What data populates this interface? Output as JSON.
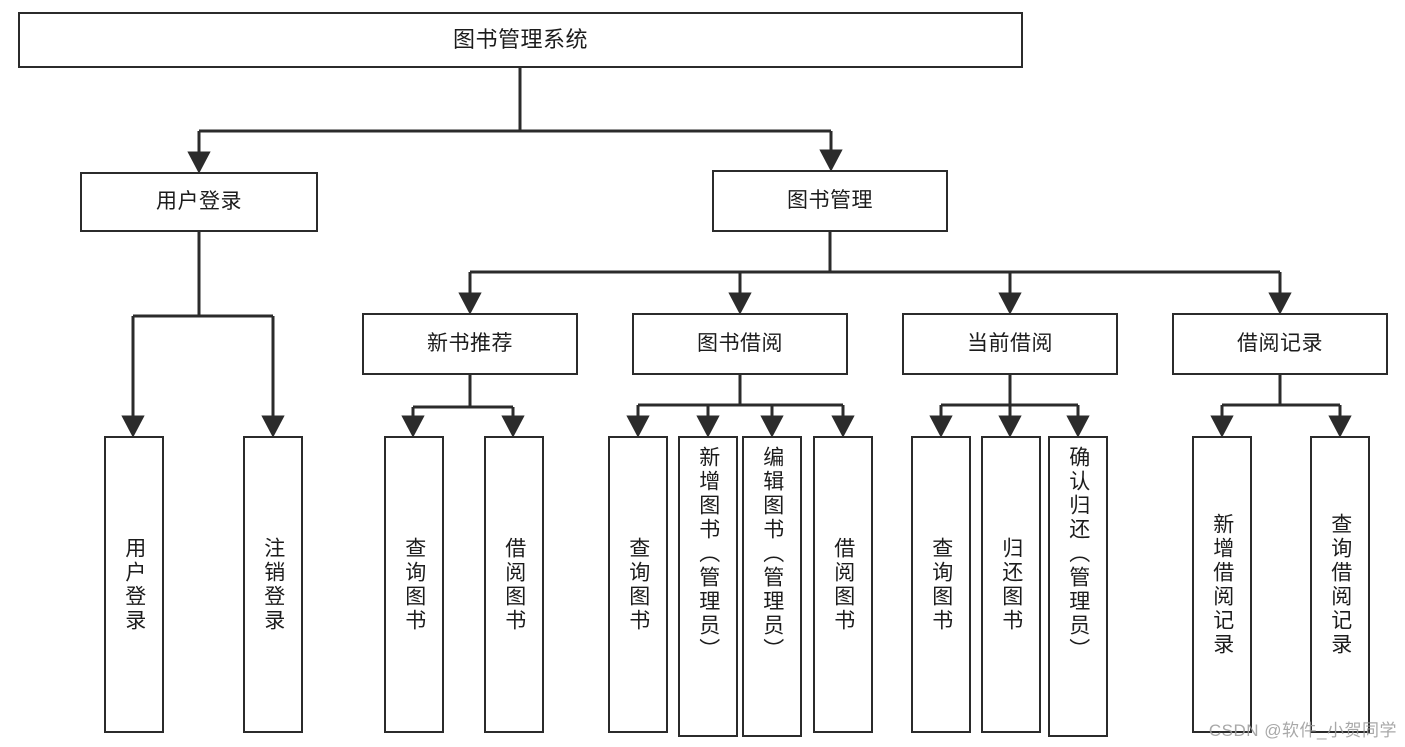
{
  "diagram": {
    "title": "图书管理系统",
    "watermark": "CSDN @软件_小贺同学",
    "colors": {
      "stroke": "#2b2b2b",
      "background": "#ffffff",
      "text": "#1c1c1c",
      "watermark": "#9a9a9a"
    },
    "nodes": {
      "root": "图书管理系统",
      "user_login": "用户登录",
      "book_manage": "图书管理",
      "new_book_rec": "新书推荐",
      "book_borrow": "图书借阅",
      "current_borrow": "当前借阅",
      "borrow_record": "借阅记录",
      "leaf_user_login": "用户登录",
      "leaf_logout": "注销登录",
      "leaf_query_book_1": "查询图书",
      "leaf_borrow_book_1": "借阅图书",
      "leaf_query_book_2": "查询图书",
      "leaf_add_book": "新增图书（管理员）",
      "leaf_edit_book": "编辑图书（管理员）",
      "leaf_borrow_book_2": "借阅图书",
      "leaf_query_book_3": "查询图书",
      "leaf_return_book": "归还图书",
      "leaf_confirm_return": "确认归还（管理员）",
      "leaf_add_record": "新增借阅记录",
      "leaf_query_record": "查询借阅记录"
    }
  },
  "chart_data": {
    "type": "tree",
    "title": "图书管理系统",
    "root": {
      "label": "图书管理系统",
      "children": [
        {
          "label": "用户登录",
          "children": [
            {
              "label": "用户登录",
              "children": []
            },
            {
              "label": "注销登录",
              "children": []
            }
          ]
        },
        {
          "label": "图书管理",
          "children": [
            {
              "label": "新书推荐",
              "children": [
                {
                  "label": "查询图书",
                  "children": []
                },
                {
                  "label": "借阅图书",
                  "children": []
                }
              ]
            },
            {
              "label": "图书借阅",
              "children": [
                {
                  "label": "查询图书",
                  "children": []
                },
                {
                  "label": "新增图书（管理员）",
                  "children": []
                },
                {
                  "label": "编辑图书（管理员）",
                  "children": []
                },
                {
                  "label": "借阅图书",
                  "children": []
                }
              ]
            },
            {
              "label": "当前借阅",
              "children": [
                {
                  "label": "查询图书",
                  "children": []
                },
                {
                  "label": "归还图书",
                  "children": []
                },
                {
                  "label": "确认归还（管理员）",
                  "children": []
                }
              ]
            },
            {
              "label": "借阅记录",
              "children": [
                {
                  "label": "新增借阅记录",
                  "children": []
                },
                {
                  "label": "查询借阅记录",
                  "children": []
                }
              ]
            }
          ]
        }
      ]
    }
  }
}
